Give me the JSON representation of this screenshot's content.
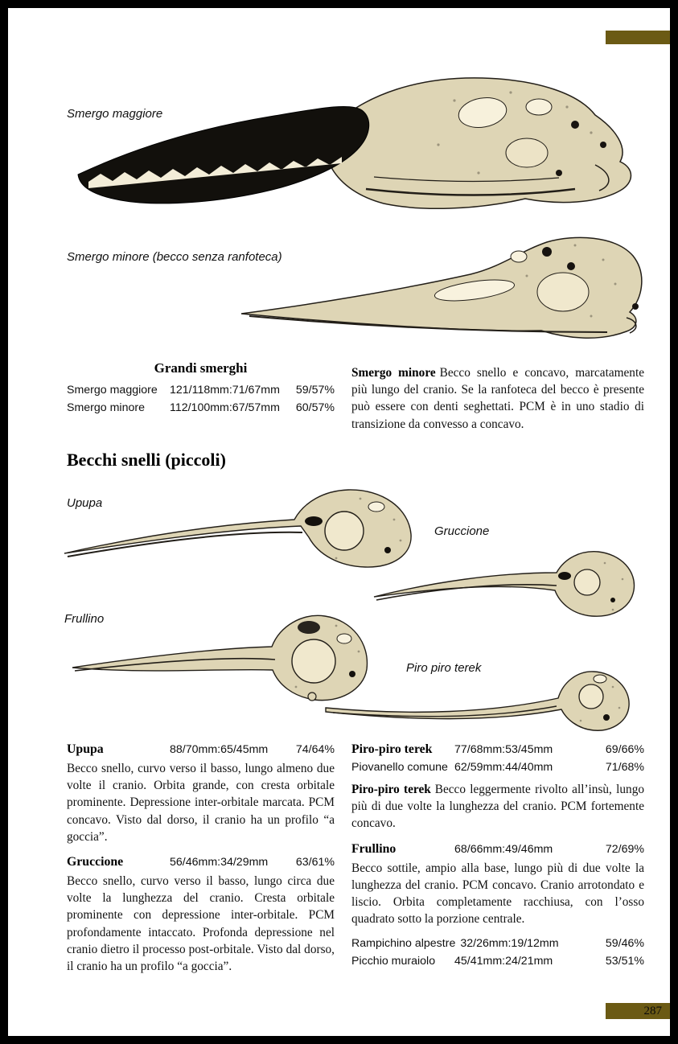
{
  "page": {
    "number": "287",
    "accent_color": "#6b5a14",
    "frame_color": "#000000"
  },
  "figure_labels": {
    "smergo_maggiore": "Smergo maggiore",
    "smergo_minore": "Smergo minore (becco senza ranfoteca)",
    "upupa": "Upupa",
    "gruccione": "Gruccione",
    "frullino": "Frullino",
    "piro_piro_terek": "Piro piro terek"
  },
  "smerghi_table": {
    "title": "Grandi smerghi",
    "rows": [
      {
        "name": "Smergo maggiore",
        "measures": "121/118mm:71/67mm",
        "pct": "59/57%"
      },
      {
        "name": "Smergo minore",
        "measures": "112/100mm:67/57mm",
        "pct": "60/57%"
      }
    ]
  },
  "smergo_minore_paragraph": {
    "lead": "Smergo minore",
    "body": "Becco snello e concavo, marcatamente più lungo del cranio. Se la ranfoteca del becco è presente può essere con denti seghettati. PCM è in uno stadio di transizione da convesso a concavo."
  },
  "section_heading": "Becchi snelli (piccoli)",
  "left_column": {
    "upupa_stats": {
      "name": "Upupa",
      "measures": "88/70mm:65/45mm",
      "pct": "74/64%"
    },
    "upupa_body": "Becco snello, curvo verso il basso, lungo almeno due volte il cranio. Orbita grande, con cresta orbitale prominente. Depressione inter-orbitale marcata. PCM concavo. Visto dal dorso, il cranio ha un profilo “a goccia”.",
    "gruccione_stats": {
      "name": "Gruccione",
      "measures": "56/46mm:34/29mm",
      "pct": "63/61%"
    },
    "gruccione_body": "Becco snello, curvo verso il basso, lungo circa due volte la lunghezza del cranio. Cresta orbitale prominente con depressione inter-orbitale. PCM profondamente intaccato. Profonda depressione nel cranio dietro il processo post-orbitale. Visto dal dorso, il cranio ha un profilo “a goccia”."
  },
  "right_column": {
    "stats_top": [
      {
        "name": "Piro-piro terek",
        "measures": "77/68mm:53/45mm",
        "pct": "69/66%"
      },
      {
        "name": "Piovanello comune",
        "measures": "62/59mm:44/40mm",
        "pct": "71/68%"
      }
    ],
    "piro_terek_paragraph": {
      "lead": "Piro-piro terek",
      "body": "Becco leggermente rivolto all’insù, lungo più di due volte la lunghezza del cranio. PCM fortemente concavo."
    },
    "frullino_stats": {
      "name": "Frullino",
      "measures": "68/66mm:49/46mm",
      "pct": "72/69%"
    },
    "frullino_body": "Becco sottile, ampio alla base, lungo più di due volte la lunghezza del cranio. PCM concavo. Cranio arrotondato e liscio. Orbita completamente racchiusa, con l’osso quadrato sotto la porzione centrale.",
    "stats_bottom": [
      {
        "name": "Rampichino alpestre",
        "measures": "32/26mm:19/12mm",
        "pct": "59/46%"
      },
      {
        "name": "Picchio muraiolo",
        "measures": "45/41mm:24/21mm",
        "pct": "53/51%"
      }
    ]
  }
}
